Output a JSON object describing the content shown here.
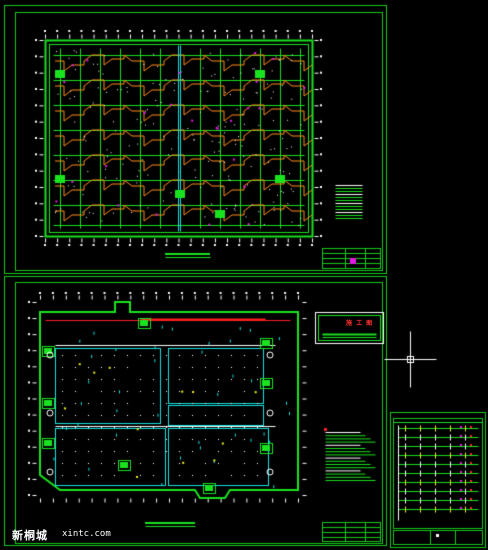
{
  "viewport": {
    "background": "#000000"
  },
  "colors": {
    "frame": "#17c91a",
    "wall": "#19e21f",
    "orange": "#ff8c1a",
    "cyan": "#17e0e0",
    "red": "#ff2020",
    "white": "#ffffff",
    "yellow": "#f2f21a",
    "magenta": "#e21ae2",
    "blue": "#2050ff"
  },
  "drawing_sheets": [
    {
      "name": "top-floor-plan-sheet",
      "type": "floor plan drawing"
    },
    {
      "name": "bottom-floor-plan-sheet",
      "type": "floor plan drawing"
    },
    {
      "name": "system-diagram-sheet",
      "type": "distribution system diagram"
    }
  ],
  "stamp": {
    "label": "施 工 图"
  },
  "crosshair_cursor": {
    "icon": "crosshair-cursor-icon"
  },
  "watermark": {
    "logo_text": "新桐城",
    "url": "xintc.com"
  }
}
